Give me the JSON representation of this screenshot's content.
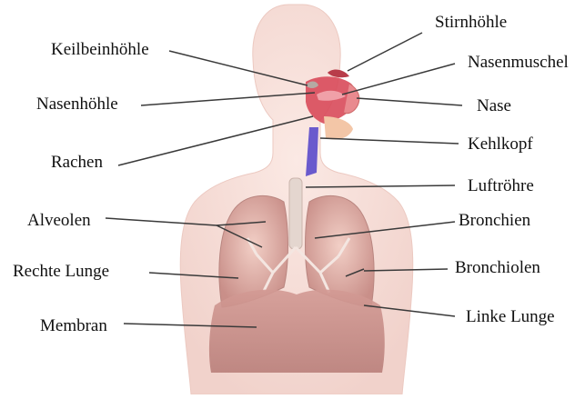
{
  "diagram": {
    "colors": {
      "skin": "#f6dcd6",
      "lung": "#e8b8b0",
      "lung_dark": "#c98f89",
      "diaphragm": "#c98a86",
      "airway": "#e4d6cf",
      "nasal": "#d84a5a",
      "trachea_blue": "#6a5acd",
      "leader": "#3a3a3a"
    },
    "labels": {
      "stirnhoehle": "Stirnhöhle",
      "keilbeinhoehle": "Keilbeinhöhle",
      "nasenmuschel": "Nasenmuschel",
      "nasenhoehle": "Nasenhöhle",
      "nase": "Nase",
      "rachen": "Rachen",
      "kehlkopf": "Kehlkopf",
      "luftroehre": "Luftröhre",
      "alveolen": "Alveolen",
      "bronchien": "Bronchien",
      "rechte_lunge": "Rechte Lunge",
      "bronchiolen": "Bronchiolen",
      "membran": "Membran",
      "linke_lunge": "Linke Lunge"
    }
  }
}
